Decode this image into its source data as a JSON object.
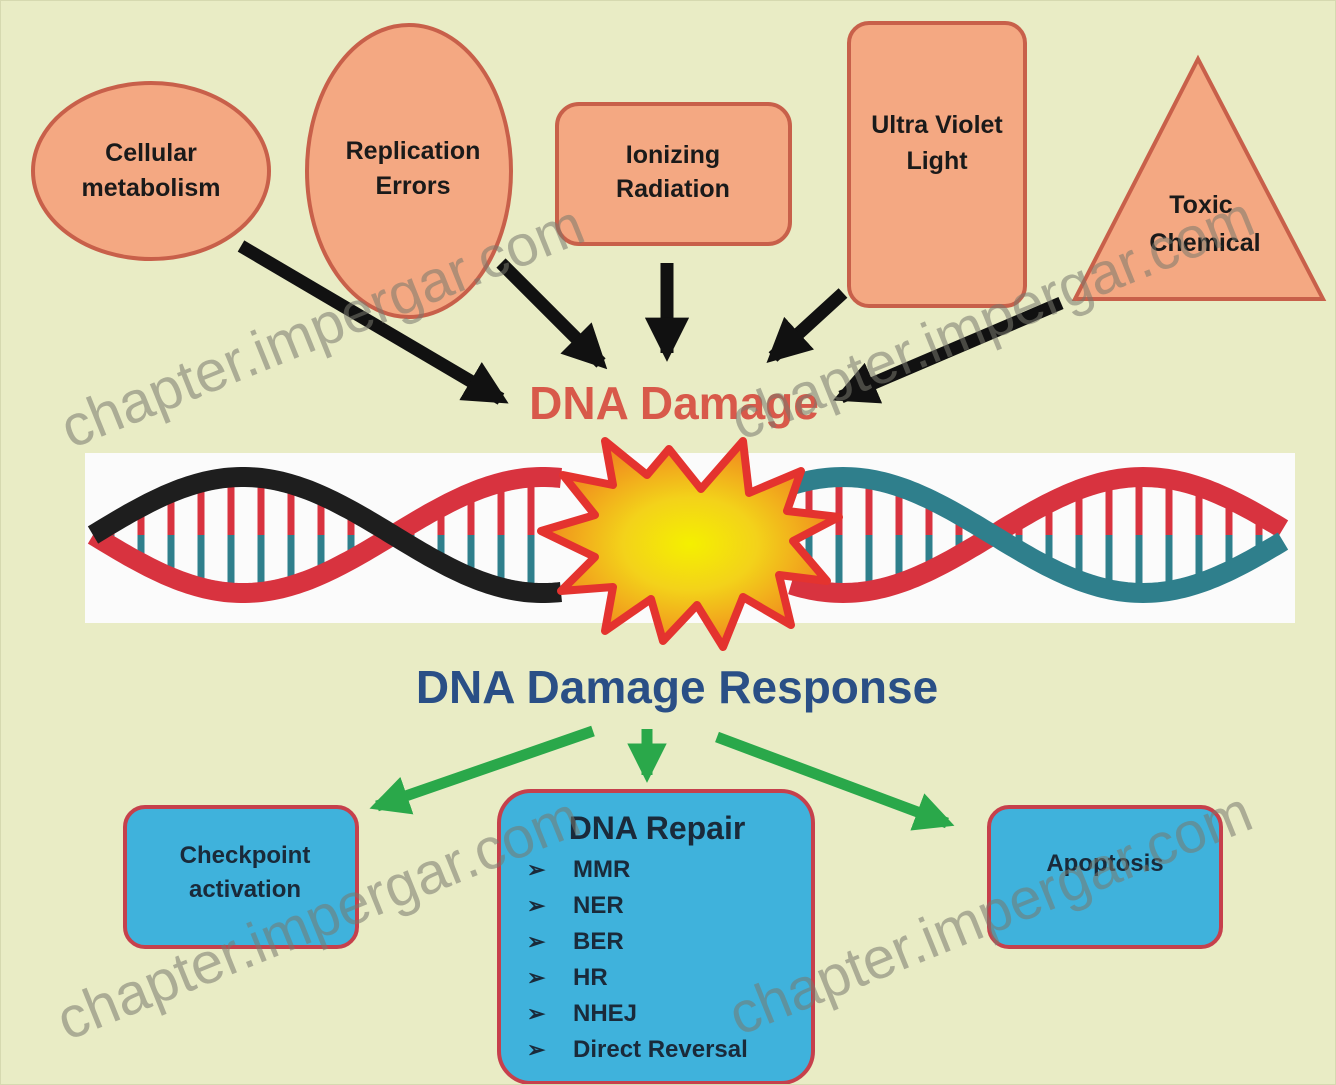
{
  "sources": {
    "cellular": [
      "Cellular",
      "metabolism"
    ],
    "replication": [
      "Replication",
      "Errors"
    ],
    "ionizing": [
      "Ionizing",
      "Radiation"
    ],
    "uv": [
      "Ultra Violet",
      "Light"
    ],
    "toxic": [
      "Toxic",
      "Chemical"
    ]
  },
  "dna_damage_title": "DNA Damage",
  "response_title": "DNA Damage Response",
  "outcomes": {
    "checkpoint": [
      "Checkpoint",
      "activation"
    ],
    "repair_title": "DNA Repair",
    "repair_items": [
      "MMR",
      "NER",
      "BER",
      "HR",
      "NHEJ",
      "Direct Reversal"
    ],
    "apoptosis": "Apoptosis"
  },
  "watermark": "chapter.impergar.com",
  "colors": {
    "background": "#e9ecc5",
    "source_fill": "#f4a882",
    "source_stroke": "#c8604a",
    "damage_title": "#d8594a",
    "response_title": "#2a4f86",
    "outcome_fill": "#3fb2dc",
    "outcome_stroke": "#c6404c",
    "black_arrow": "#111111",
    "green_arrow": "#2aa84a",
    "strand_red": "#d8333f",
    "strand_dark": "#1e1e1e",
    "strand_teal": "#2f7f8c"
  }
}
